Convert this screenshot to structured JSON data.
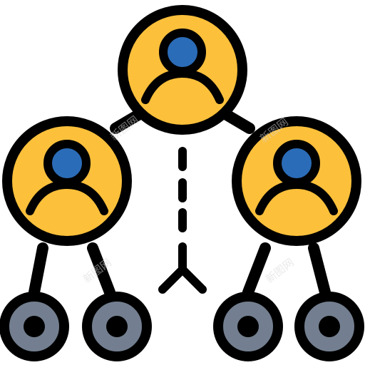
{
  "colors": {
    "outline": "#000000",
    "person_fill": "#fcc03b",
    "head_fill": "#2b6cb8",
    "node_fill": "#737f90",
    "node_center": "#000000"
  },
  "icon": {
    "name": "organization-hierarchy-icon",
    "people": [
      "top-person-icon",
      "left-person-icon",
      "right-person-icon"
    ],
    "nodes": [
      "child-node-1",
      "child-node-2",
      "child-node-3",
      "child-node-4"
    ]
  },
  "watermark": {
    "text": "新图网"
  }
}
